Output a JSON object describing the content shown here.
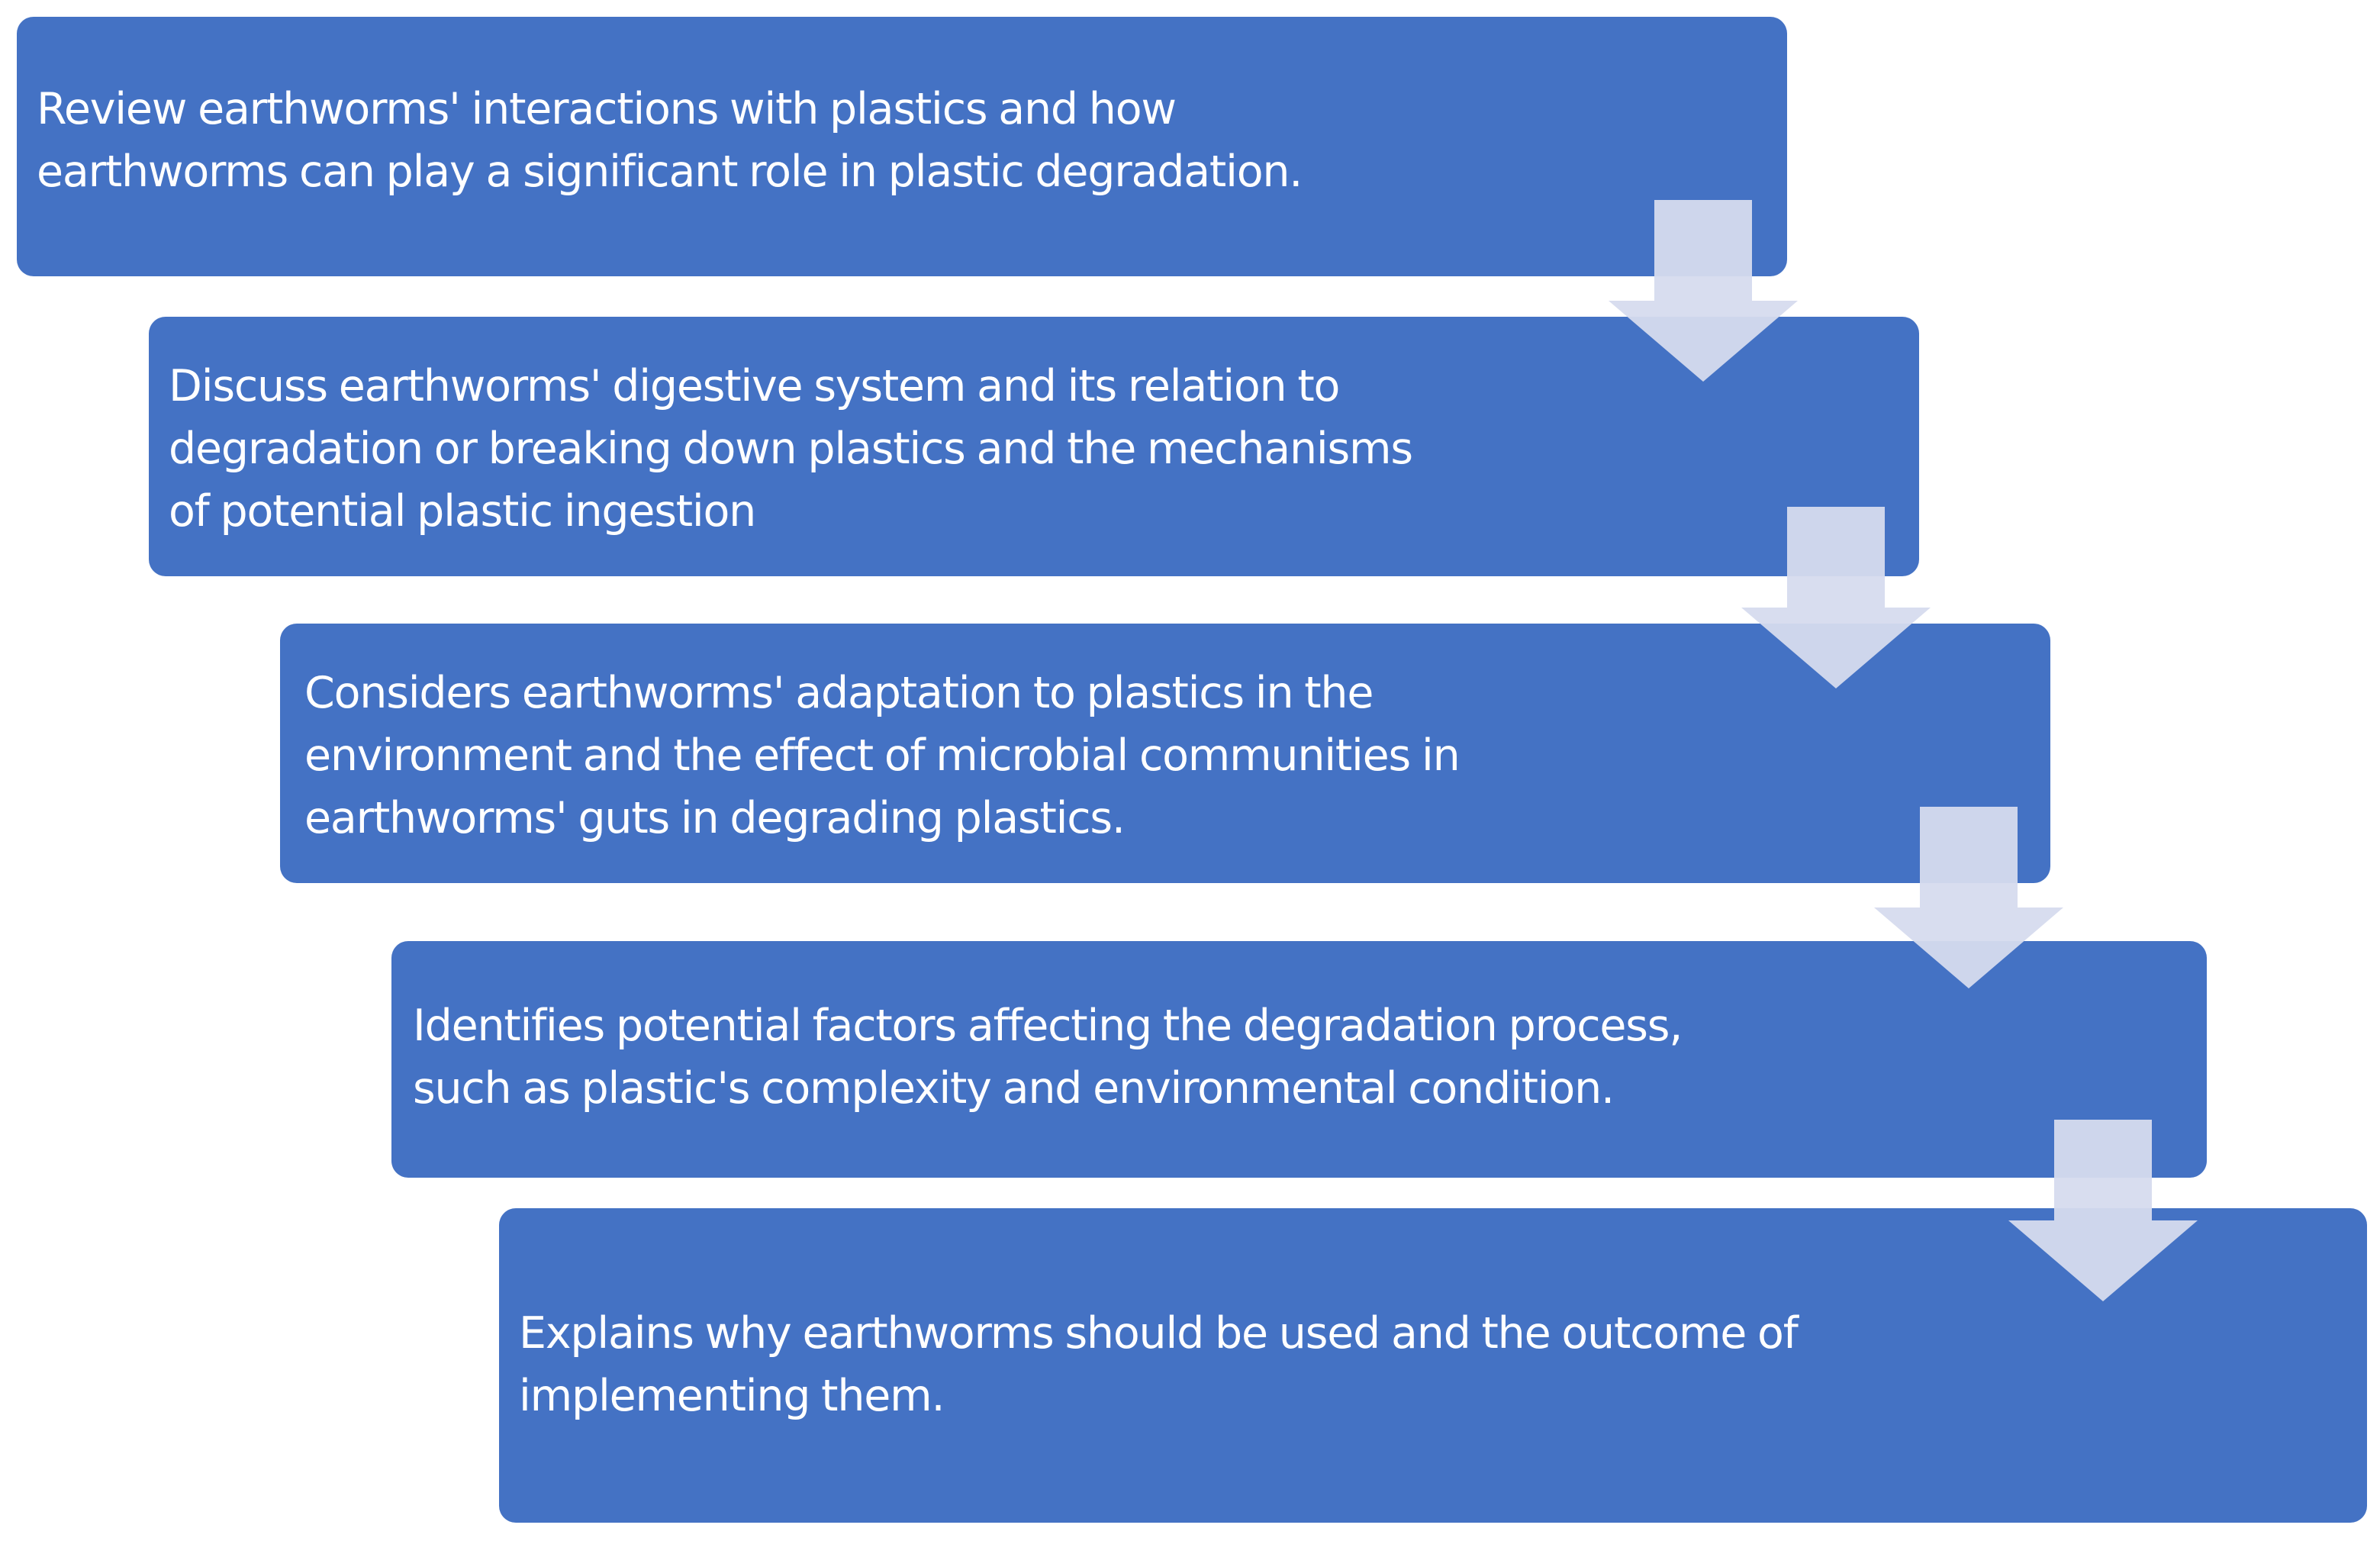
{
  "colors": {
    "box_fill": "#4472c4",
    "arrow_fill": "#d6dbee",
    "text": "#ffffff",
    "background": "#ffffff"
  },
  "steps": [
    {
      "text": "Review earthworms' interactions with plastics and how\nearthworms can play a significant role in plastic degradation."
    },
    {
      "text": "Discuss earthworms' digestive system and its relation to\ndegradation or breaking down plastics and the mechanisms\nof potential plastic ingestion"
    },
    {
      "text": "Considers earthworms' adaptation to plastics in the\nenvironment and the effect of microbial communities in\nearthworms' guts in degrading plastics."
    },
    {
      "text": "Identifies potential  factors affecting the degradation process,\nsuch as plastic's complexity and environmental condition."
    },
    {
      "text": "Explains why earthworms should be used and the outcome of\nimplementing them."
    }
  ],
  "arrows": [
    {
      "icon": "down-arrow-icon"
    },
    {
      "icon": "down-arrow-icon"
    },
    {
      "icon": "down-arrow-icon"
    },
    {
      "icon": "down-arrow-icon"
    }
  ]
}
